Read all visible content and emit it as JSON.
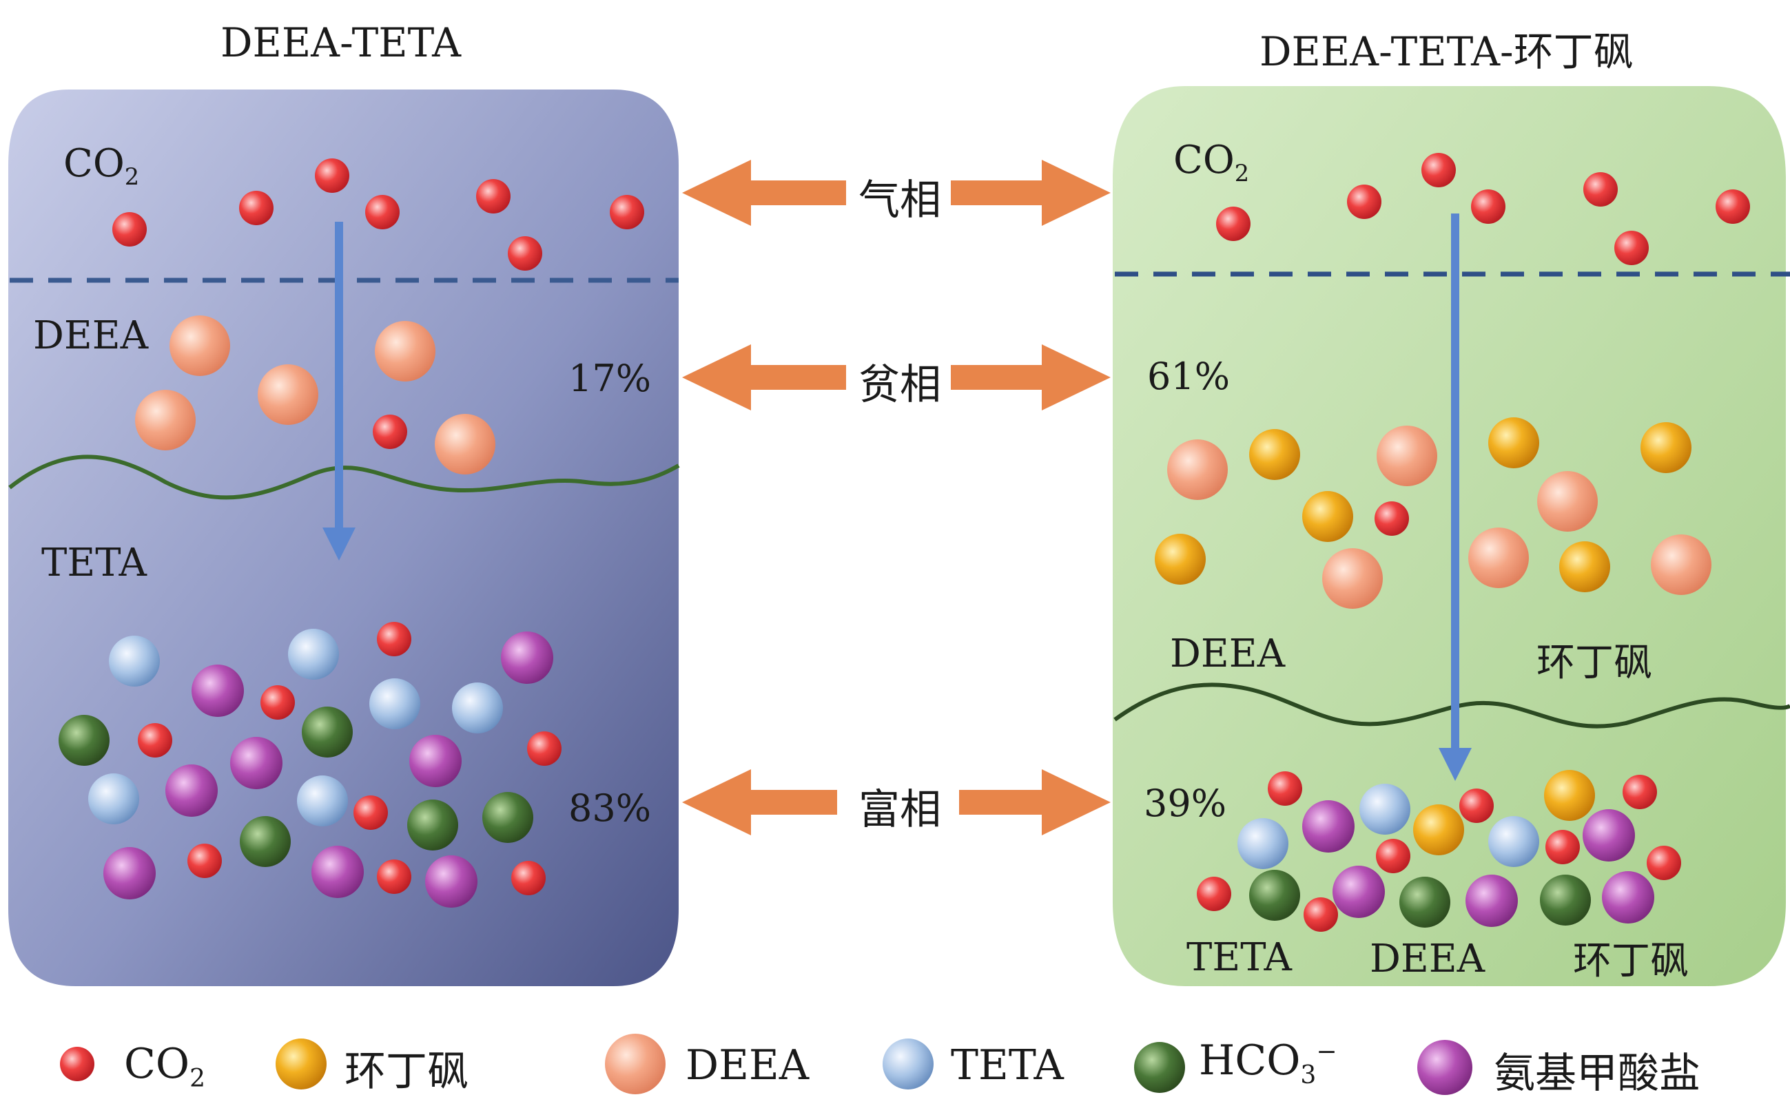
{
  "left": {
    "title": "DEEA-TETA",
    "gas_label": "CO",
    "gas_sub": "2",
    "upper_label": "DEEA",
    "upper_pct": "17%",
    "lower_label": "TETA",
    "lower_pct": "83%"
  },
  "right": {
    "title": "DEEA-TETA-环丁砜",
    "gas_label": "CO",
    "gas_sub": "2",
    "upper_pct": "61%",
    "upper_label_1": "DEEA",
    "upper_label_2": "环丁砜",
    "lower_pct": "39%",
    "lower_label_1": "TETA",
    "lower_label_2": "DEEA",
    "lower_label_3": "环丁砜"
  },
  "phases": {
    "gas": "气相",
    "lean": "贫相",
    "rich": "富相"
  },
  "legend": {
    "co2": "CO",
    "co2_sub": "2",
    "sulfolane": "环丁砜",
    "deea": "DEEA",
    "teta": "TETA",
    "hco3": "HCO",
    "hco3_sub": "3",
    "hco3_sup": "−",
    "carbamate": "氨基甲酸盐"
  },
  "colors": {
    "co2": "#e8323a",
    "sulfolane": "#f0a818",
    "deea": "#f2a07a",
    "teta": "#a9c6e6",
    "hco3": "#3f6b30",
    "carbamate": "#b04ab0",
    "arrow": "#e8854a",
    "left_box": "#8d96c4",
    "right_box": "#bcd8a2"
  }
}
